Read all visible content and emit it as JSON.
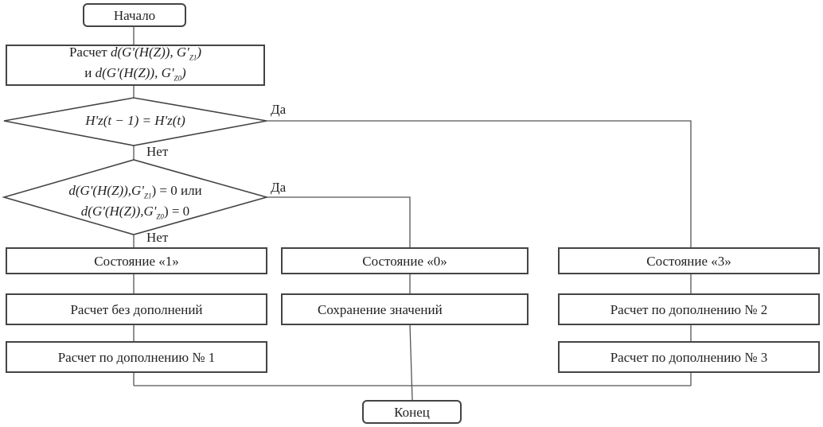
{
  "start": "Начало",
  "calc": {
    "line1_prefix": "Расчет ",
    "line1_math": "d(G'(H(Z)), G'",
    "line1_sub": "Z1",
    "line1_end": ")",
    "line2_prefix": "и ",
    "line2_math": "d(G'(H(Z)), G'",
    "line2_sub": "Z0",
    "line2_end": ")"
  },
  "decision1": {
    "text": "H'z(t − 1) = H'z(t)",
    "yes": "Да",
    "no": "Нет"
  },
  "decision2": {
    "line1_math": "d(G'(H(Z)),G'",
    "line1_sub": "Z1",
    "line1_end": ") = 0 или",
    "line2_math": "d(G'(H(Z)),G'",
    "line2_sub": "Z0",
    "line2_end": ") = 0",
    "yes": "Да",
    "no": "Нет"
  },
  "columns": [
    {
      "state": "Состояние «1»",
      "steps": [
        "Расчет без дополнений",
        "Расчет по дополнению № 1"
      ]
    },
    {
      "state": "Состояние «0»",
      "steps": [
        "Сохранение значений"
      ]
    },
    {
      "state": "Состояние «3»",
      "steps": [
        "Расчет по дополнению № 2",
        "Расчет по дополнению № 3"
      ]
    }
  ],
  "end": "Конец"
}
